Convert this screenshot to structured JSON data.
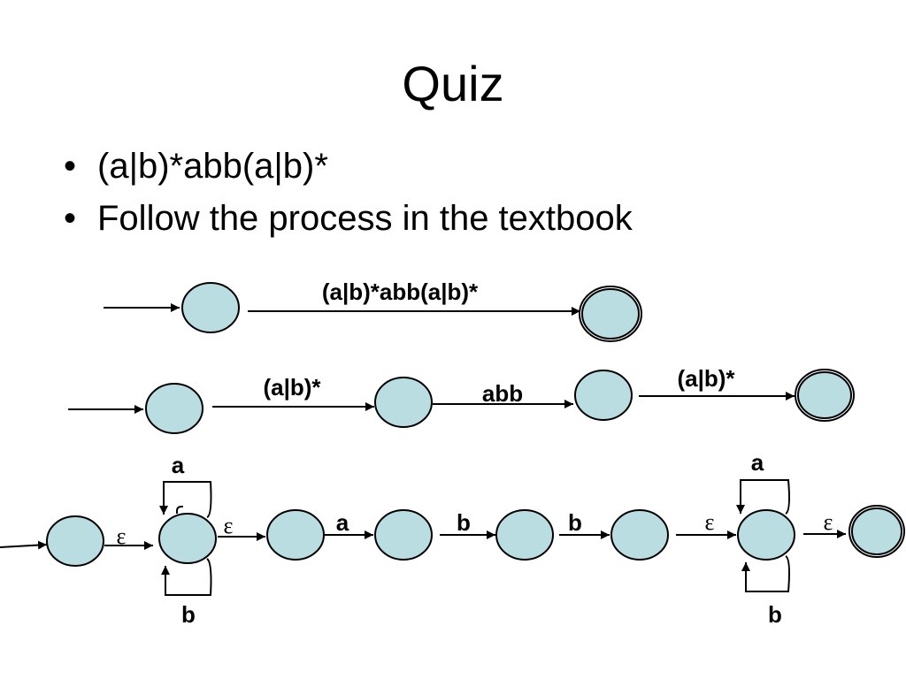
{
  "slide": {
    "title": "Quiz",
    "bullets": [
      {
        "marker": "•",
        "text": "(a|b)*abb(a|b)*"
      },
      {
        "marker": "•",
        "text": "Follow the process in the textbook"
      }
    ]
  },
  "diagram": {
    "colors": {
      "state_fill": "#b9dde0",
      "stroke": "#000000"
    },
    "row1": {
      "edge_label": "(a|b)*abb(a|b)*"
    },
    "row2": {
      "edge_labels": [
        "(a|b)*",
        "abb",
        "(a|b)*"
      ]
    },
    "row3": {
      "epsilon": "ε",
      "loop1_top": "a",
      "loop1_bottom": "b",
      "edge_a": "a",
      "edge_b1": "b",
      "edge_b2": "b",
      "loop2_top": "a",
      "loop2_bottom": "b"
    }
  }
}
